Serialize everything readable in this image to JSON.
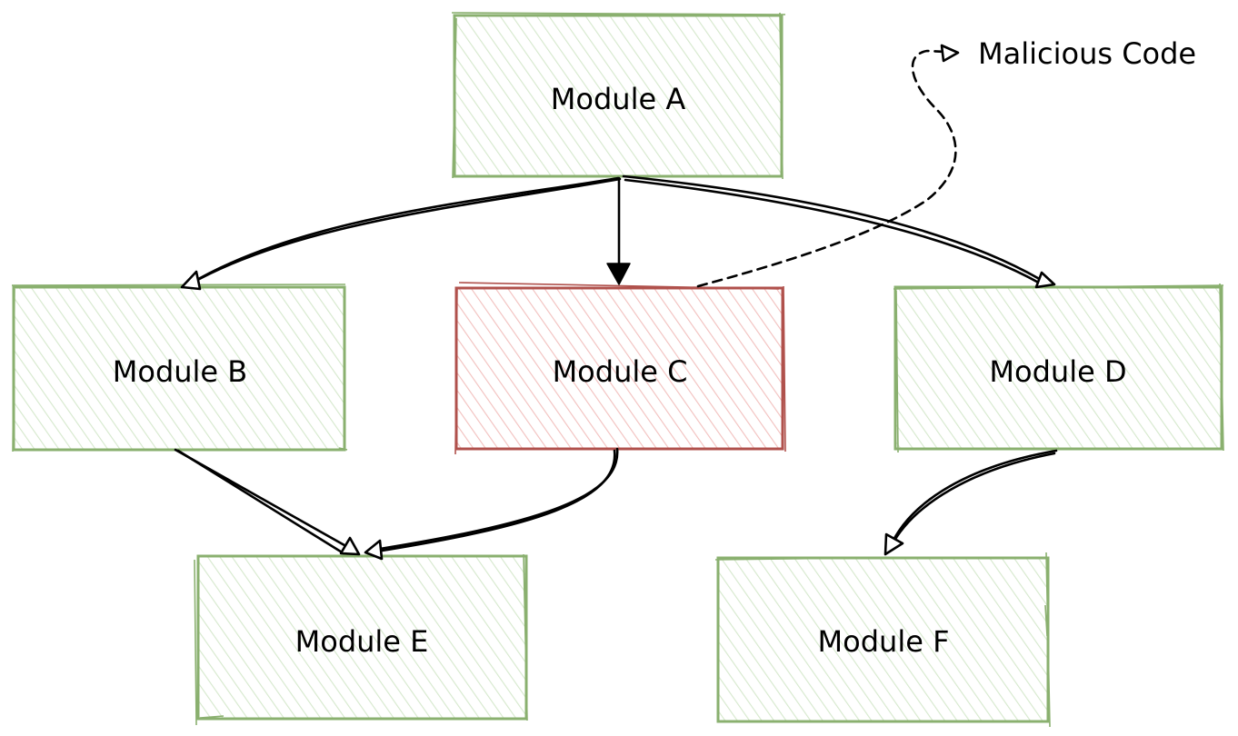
{
  "diagram": {
    "type": "module-dependency-graph",
    "style": "hand-drawn hachure",
    "colors": {
      "normal_stroke": "#8ab06f",
      "normal_fill": "#d5e8cc",
      "compromised_stroke": "#b0514c",
      "compromised_fill": "#f2bfbd",
      "edge": "#000000"
    },
    "nodes": [
      {
        "id": "A",
        "label": "Module A",
        "status": "normal"
      },
      {
        "id": "B",
        "label": "Module B",
        "status": "normal"
      },
      {
        "id": "C",
        "label": "Module C",
        "status": "compromised"
      },
      {
        "id": "D",
        "label": "Module D",
        "status": "normal"
      },
      {
        "id": "E",
        "label": "Module E",
        "status": "normal"
      },
      {
        "id": "F",
        "label": "Module F",
        "status": "normal"
      }
    ],
    "edges": [
      {
        "from": "A",
        "to": "B",
        "style": "solid",
        "arrowhead": "hollow-triangle"
      },
      {
        "from": "A",
        "to": "C",
        "style": "solid",
        "arrowhead": "filled-triangle"
      },
      {
        "from": "A",
        "to": "D",
        "style": "solid",
        "arrowhead": "hollow-triangle"
      },
      {
        "from": "B",
        "to": "E",
        "style": "solid",
        "arrowhead": "hollow-triangle"
      },
      {
        "from": "C",
        "to": "E",
        "style": "solid",
        "arrowhead": "hollow-triangle"
      },
      {
        "from": "D",
        "to": "F",
        "style": "solid",
        "arrowhead": "hollow-triangle"
      },
      {
        "from": "C",
        "to": "malicious",
        "style": "dashed",
        "arrowhead": "hollow-triangle"
      }
    ],
    "annotation": {
      "id": "malicious",
      "label": "Malicious Code"
    }
  }
}
